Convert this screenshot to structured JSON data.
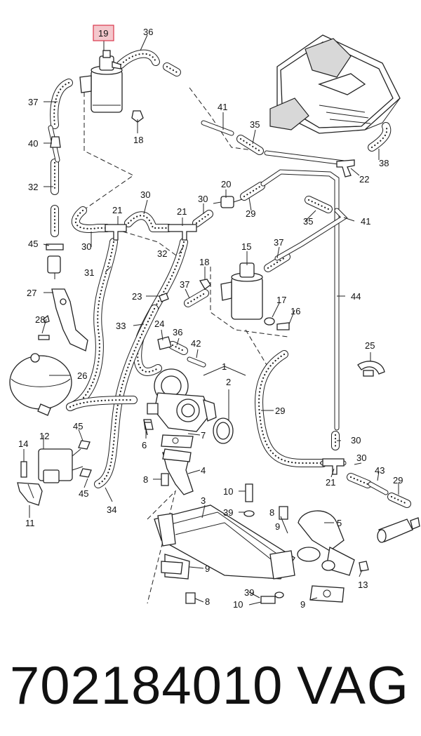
{
  "diagram": {
    "highlighted_part": "19",
    "callouts": [
      "1",
      "2",
      "3",
      "4",
      "5",
      "6",
      "7",
      "8",
      "9",
      "10",
      "11",
      "12",
      "13",
      "14",
      "15",
      "16",
      "17",
      "18",
      "19",
      "20",
      "21",
      "22",
      "23",
      "24",
      "25",
      "26",
      "27",
      "28",
      "29",
      "30",
      "31",
      "32",
      "33",
      "34",
      "35",
      "36",
      "37",
      "38",
      "39",
      "40",
      "41",
      "42",
      "43",
      "44",
      "45"
    ],
    "highlight_color": "#d9364b",
    "highlight_fill": "#f4c7cc"
  },
  "footer": {
    "part_number": "702184010",
    "brand": "VAG"
  }
}
